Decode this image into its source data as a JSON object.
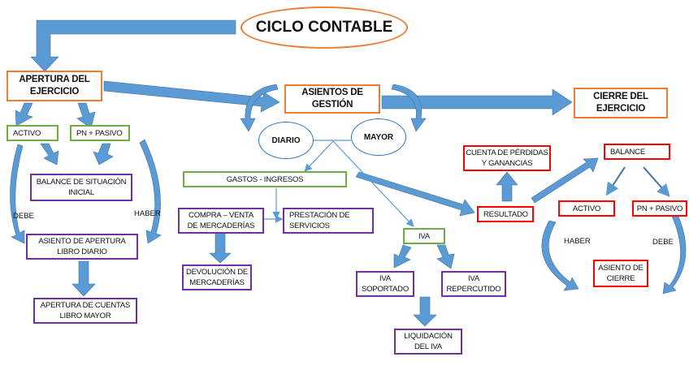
{
  "title": "CICLO CONTABLE",
  "colors": {
    "arrow": "#5B9BD5",
    "arrow_dark": "#41719C",
    "phase_border": "#ED7D31",
    "category_border": "#70AD47",
    "entry_border": "#7030A0",
    "closing_border": "#FF0000",
    "ledger_border": "#2E75B6"
  },
  "phases": {
    "apertura": "APERTURA DEL\nEJERCICIO",
    "gestion": "ASIENTOS DE\nGESTIÓN",
    "cierre": "CIERRE DEL\nEJERCICIO"
  },
  "apertura": {
    "activo": "ACTIVO",
    "pn_pasivo": "PN + PASIVO",
    "balance_inicial": "BALANCE DE SITUACIÓN\nINICIAL",
    "debe": "DEBE",
    "haber": "HABER",
    "asiento_apertura": "ASIENTO DE APERTURA\nLIBRO DIARIO",
    "apertura_cuentas": "APERTURA DE CUENTAS\nLIBRO MAYOR"
  },
  "gestion": {
    "diario": "DIARIO",
    "mayor": "MAYOR",
    "gastos_ingresos": "GASTOS - INGRESOS",
    "compra_venta": "COMPRA – VENTA\nDE MERCADERÍAS",
    "prestacion": "PRESTACIÓN DE\nSERVICIOS",
    "devolucion": "DEVOLUCIÓN DE\nMERCADERÍAS",
    "iva": "IVA",
    "iva_soportado": "IVA\nSOPORTADO",
    "iva_repercutido": "IVA\nREPERCUTIDO",
    "liquidacion": "LIQUIDACIÓN\nDEL IVA"
  },
  "cierre": {
    "cuenta_pyg": "CUENTA DE PÉRDIDAS\nY GANANCIAS",
    "resultado": "RESULTADO",
    "balance": "BALANCE",
    "activo": "ACTIVO",
    "pn_pasivo": "PN + PASIVO",
    "haber": "HABER",
    "debe": "DEBE",
    "asiento_cierre": "ASIENTO DE\nCIERRE"
  }
}
